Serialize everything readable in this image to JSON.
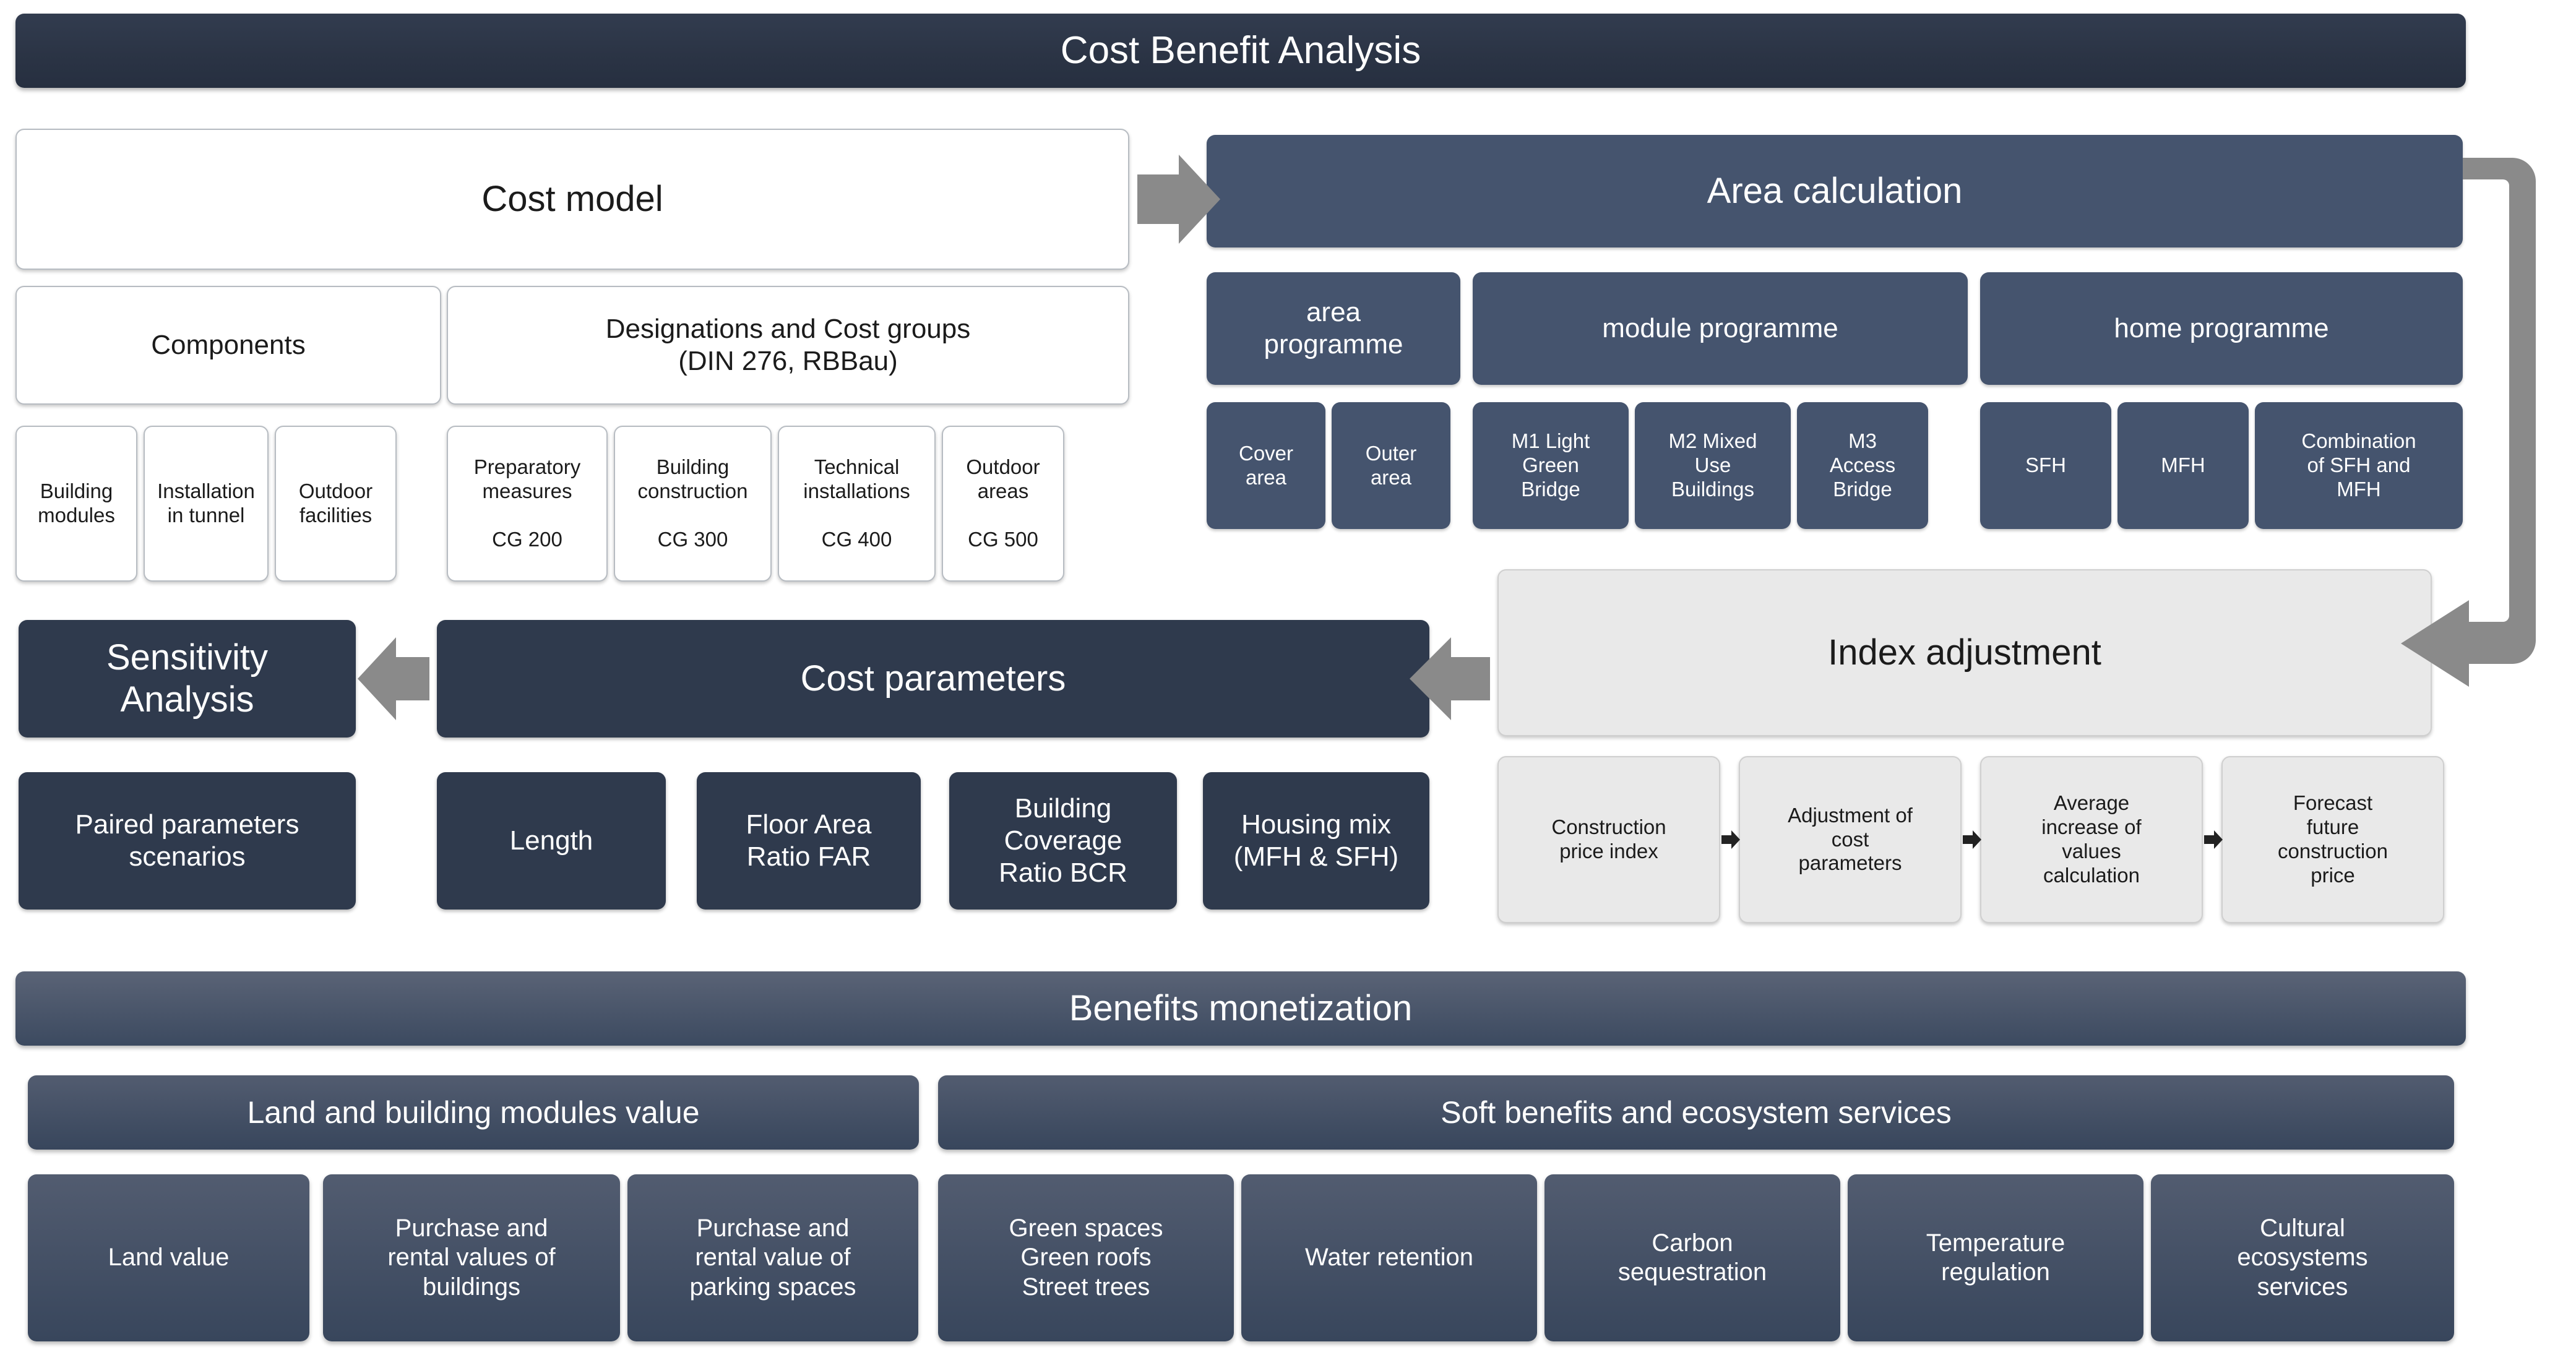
{
  "title": "Cost Benefit Analysis",
  "cost_model": {
    "header": "Cost model",
    "groups": [
      {
        "label": "Components"
      },
      {
        "label": "Designations and Cost groups\n(DIN 276, RBBau)"
      }
    ],
    "items": [
      {
        "label": "Building\nmodules"
      },
      {
        "label": "Installation\nin tunnel"
      },
      {
        "label": "Outdoor\nfacilities"
      },
      {
        "label": "Preparatory\nmeasures\n\nCG 200"
      },
      {
        "label": "Building\nconstruction\n\nCG 300"
      },
      {
        "label": "Technical\ninstallations\n\nCG 400"
      },
      {
        "label": "Outdoor\nareas\n\nCG 500"
      }
    ]
  },
  "area_calculation": {
    "header": "Area calculation",
    "programmes": [
      {
        "label": "area\nprogramme"
      },
      {
        "label": "module programme"
      },
      {
        "label": "home programme"
      }
    ],
    "items": [
      {
        "label": "Cover\narea"
      },
      {
        "label": "Outer\narea"
      },
      {
        "label": "M1 Light\nGreen\nBridge"
      },
      {
        "label": "M2 Mixed\nUse\nBuildings"
      },
      {
        "label": "M3\nAccess\nBridge"
      },
      {
        "label": "SFH"
      },
      {
        "label": "MFH"
      },
      {
        "label": "Combination\nof SFH and\nMFH"
      }
    ]
  },
  "index_adjustment": {
    "header": "Index adjustment",
    "steps": [
      {
        "label": "Construction\nprice index"
      },
      {
        "label": "Adjustment of\ncost\nparameters"
      },
      {
        "label": "Average\nincrease of\nvalues\ncalculation"
      },
      {
        "label": "Forecast\nfuture\nconstruction\nprice"
      }
    ]
  },
  "cost_parameters": {
    "header": "Cost parameters",
    "items": [
      {
        "label": "Length"
      },
      {
        "label": "Floor Area\nRatio FAR"
      },
      {
        "label": "Building\nCoverage\nRatio BCR"
      },
      {
        "label": "Housing mix\n(MFH & SFH)"
      }
    ]
  },
  "sensitivity_analysis": {
    "header": "Sensitivity\nAnalysis",
    "sub": "Paired parameters\nscenarios"
  },
  "benefits": {
    "header": "Benefits monetization",
    "categories": [
      {
        "label": "Land and building modules value"
      },
      {
        "label": "Soft benefits and ecosystem services"
      }
    ],
    "land_items": [
      {
        "label": "Land value"
      },
      {
        "label": "Purchase and\nrental values of\nbuildings"
      },
      {
        "label": "Purchase and\nrental value of\nparking spaces"
      }
    ],
    "soft_items": [
      {
        "label": "Green spaces\nGreen roofs\nStreet trees"
      },
      {
        "label": "Water retention"
      },
      {
        "label": "Carbon\nsequestration"
      },
      {
        "label": "Temperature\nregulation"
      },
      {
        "label": "Cultural\necosystems\nservices"
      }
    ]
  },
  "colors": {
    "header_dark": "#2b3445",
    "slate": "#45546e",
    "slate_dark": "#2f3a4d",
    "grey": "#e9e9e9",
    "arrow_grey": "#8a8a8a",
    "white": "#ffffff"
  },
  "arrows": [
    {
      "name": "cost-model-to-area-calculation"
    },
    {
      "name": "area-calculation-to-index-adjustment"
    },
    {
      "name": "index-adjustment-to-cost-parameters"
    },
    {
      "name": "cost-parameters-to-sensitivity-analysis"
    },
    {
      "name": "index-step-1-to-2"
    },
    {
      "name": "index-step-2-to-3"
    },
    {
      "name": "index-step-3-to-4"
    }
  ]
}
